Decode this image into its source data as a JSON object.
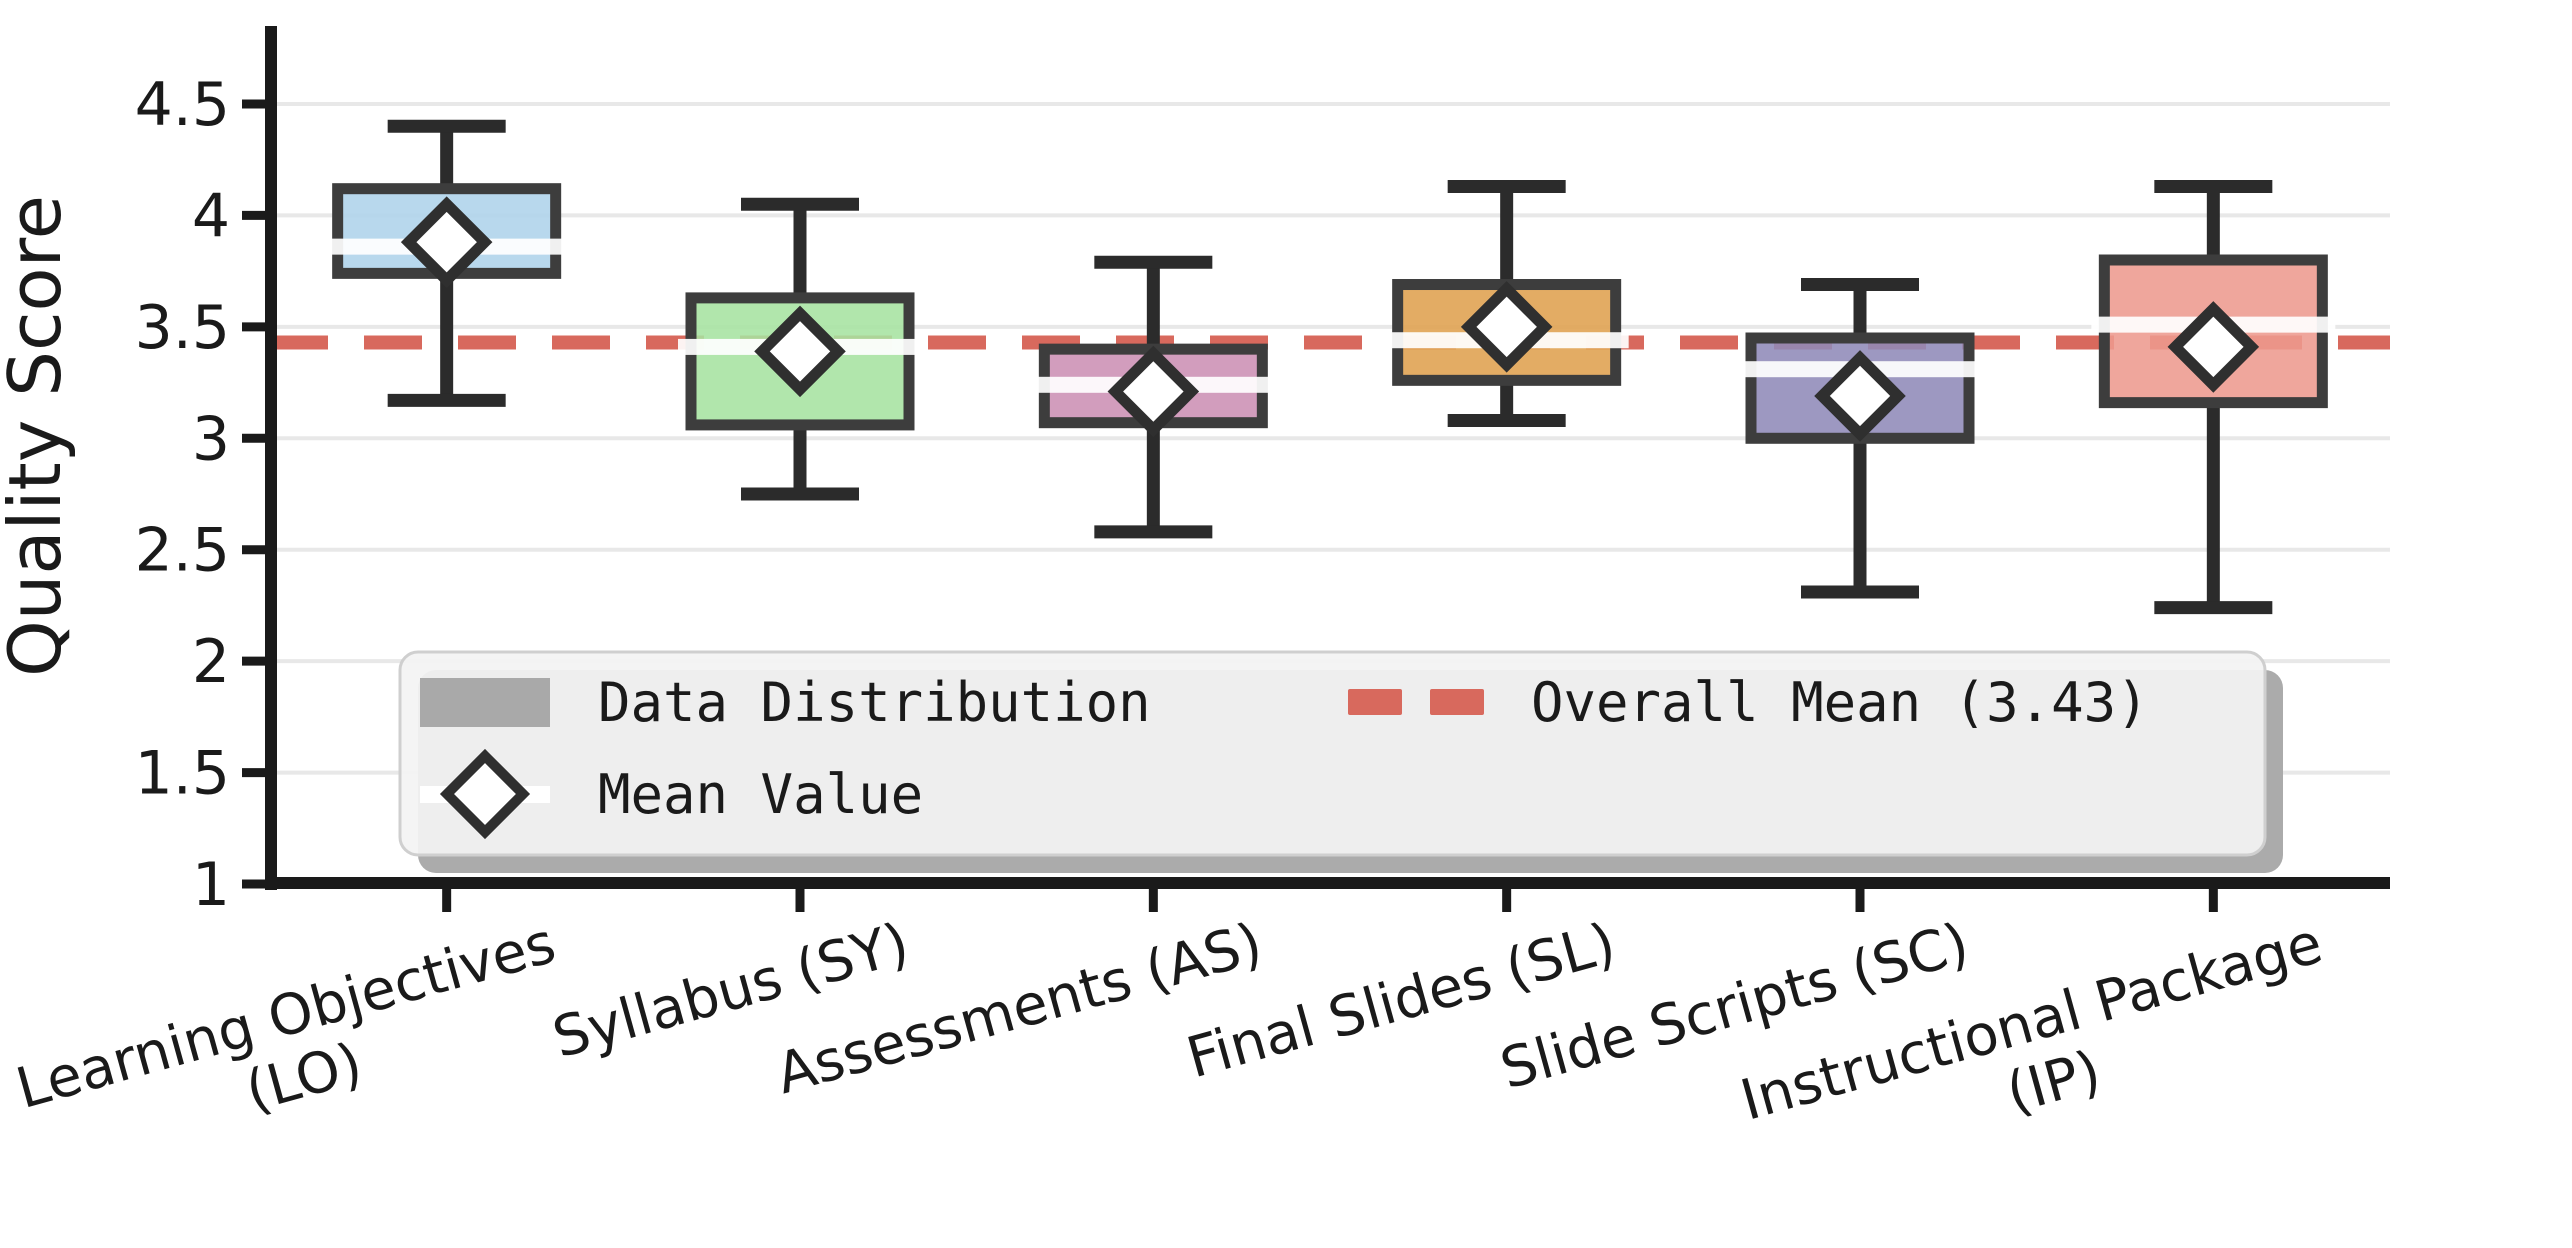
{
  "chart_data": {
    "type": "box",
    "title": "",
    "ylabel": "Quality Score",
    "ylim": [
      1,
      4.85
    ],
    "yticks": [
      {
        "value": 1,
        "label": "1"
      },
      {
        "value": 1.5,
        "label": "1.5"
      },
      {
        "value": 2,
        "label": "2"
      },
      {
        "value": 2.5,
        "label": "2.5"
      },
      {
        "value": 3,
        "label": "3"
      },
      {
        "value": 3.5,
        "label": "3.5"
      },
      {
        "value": 4,
        "label": "4"
      },
      {
        "value": 4.5,
        "label": "4.5"
      }
    ],
    "grid": "horizontal",
    "overall_mean": {
      "value": 3.43,
      "label": "Overall Mean (3.43)",
      "color": "#d8695d",
      "linestyle": "dashed"
    },
    "legend": {
      "position": "lower center",
      "distribution_label": "Data Distribution",
      "mean_label": "Mean Value",
      "overall_mean_label": "Overall Mean (3.43)",
      "mean_marker": "diamond"
    },
    "boxes": [
      {
        "label_lines": [
          "Learning Objectives",
          "(LO)"
        ],
        "short": "LO",
        "color": "#aed3ea",
        "whisker_low": 3.17,
        "q1": 3.74,
        "median": 3.86,
        "q3": 4.12,
        "whisker_high": 4.4,
        "mean": 3.88
      },
      {
        "label_lines": [
          "Syllabus (SY)"
        ],
        "short": "SY",
        "color": "#a6e3a0",
        "whisker_low": 2.75,
        "q1": 3.06,
        "median": 3.41,
        "q3": 3.63,
        "whisker_high": 4.05,
        "mean": 3.39
      },
      {
        "label_lines": [
          "Assessments (AS)"
        ],
        "short": "AS",
        "color": "#cc8fb4",
        "whisker_low": 2.58,
        "q1": 3.07,
        "median": 3.24,
        "q3": 3.4,
        "whisker_high": 3.79,
        "mean": 3.21
      },
      {
        "label_lines": [
          "Final Slides (SL)"
        ],
        "short": "SL",
        "color": "#dfa04e",
        "whisker_low": 3.08,
        "q1": 3.26,
        "median": 3.44,
        "q3": 3.69,
        "whisker_high": 4.13,
        "mean": 3.5
      },
      {
        "label_lines": [
          "Slide Scripts (SC)"
        ],
        "short": "SC",
        "color": "#8f8ab8",
        "whisker_low": 2.31,
        "q1": 3.0,
        "median": 3.31,
        "q3": 3.45,
        "whisker_high": 3.69,
        "mean": 3.19
      },
      {
        "label_lines": [
          "Instructional Package",
          "(IP)"
        ],
        "short": "IP",
        "color": "#ed9a8e",
        "whisker_low": 2.24,
        "q1": 3.16,
        "median": 3.51,
        "q3": 3.8,
        "whisker_high": 4.13,
        "mean": 3.41
      }
    ],
    "style": {
      "box_edge": "#3d3d3d",
      "whisker": "#2b2b2b",
      "median_line": "#ffffff",
      "mean_marker_fill": "#ffffff",
      "mean_marker_edge": "#2f2f2f",
      "grid_color": "#e8e8e8",
      "axis_color": "#1a1a1a",
      "legend_bg": "#f3f3f3",
      "legend_border": "#cfcfcf",
      "legend_shadow": "#ababab",
      "legend_swatch": "#a9a9a9"
    }
  }
}
